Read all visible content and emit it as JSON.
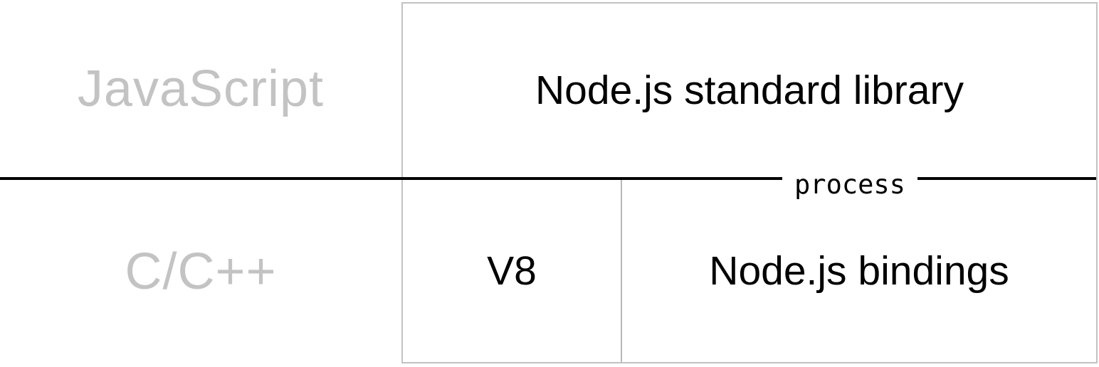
{
  "layers": {
    "javascript": {
      "label": "JavaScript"
    },
    "cpp": {
      "label": "C/C++"
    }
  },
  "components": {
    "stdlib": {
      "label": "Node.js standard library"
    },
    "v8": {
      "label": "V8"
    },
    "bindings": {
      "label": "Node.js bindings"
    }
  },
  "boundary": {
    "label": "process"
  },
  "colors": {
    "background": "#ffffff",
    "layer_label_text": "#c3c3c3",
    "component_text": "#000000",
    "box_border": "#c2c2c2",
    "cell_divider": "#b8b8b8",
    "boundary_line": "#010101"
  }
}
